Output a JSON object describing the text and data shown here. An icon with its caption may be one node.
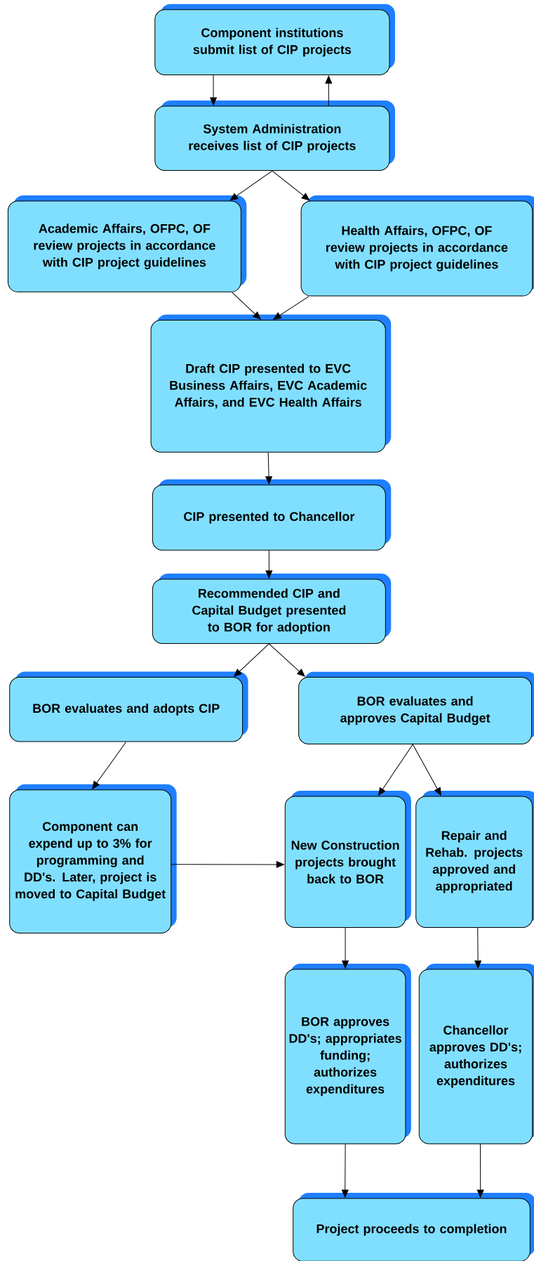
{
  "diagram": {
    "nodes": [
      {
        "text": [
          "Component institutions submit list of CIP projects"
        ]
      },
      {
        "text": [
          "System Administration receives list of CIP projects"
        ]
      },
      {
        "text": [
          "Academic Affairs, OFPC, OF review projects in accordance with CIP project guidelines"
        ]
      },
      {
        "text": [
          "Health Affairs, OFPC, OF review projects in accordance with CIP project guidelines"
        ]
      },
      {
        "text": [
          "Draft CIP presented to EVC Business Affairs, EVC Academic Affairs, and EVC Health Affairs"
        ]
      },
      {
        "text": [
          "CIP presented to Chancellor"
        ]
      },
      {
        "text": [
          "Recommended CIP and Capital Budget presented to BOR for adoption"
        ]
      },
      {
        "text": [
          "BOR evaluates and adopts CIP"
        ]
      },
      {
        "text": [
          "BOR evaluates and approves Capital Budget"
        ]
      },
      {
        "text": [
          "Component can expend up to 3% for programming and DD's. Later, project is moved to Capital Budget"
        ]
      },
      {
        "text": [
          "New Construction projects brought back to BOR"
        ]
      },
      {
        "text": [
          "Repair and Rehab. projects approved and appropriated"
        ]
      },
      {
        "text": [
          "BOR approves DD's; appropriates funding; authorizes expenditures"
        ]
      },
      {
        "text": [
          "Chancellor approves DD's; authorizes expenditures"
        ]
      },
      {
        "text": [
          "Project proceeds to completion"
        ]
      }
    ],
    "edges": [
      {
        "from": 0,
        "to": 1,
        "arrow": "to"
      },
      {
        "from": 1,
        "to": 0,
        "arrow": "to"
      },
      {
        "from": 1,
        "to": 2,
        "arrow": "to"
      },
      {
        "from": 1,
        "to": 3,
        "arrow": "to"
      },
      {
        "from": 2,
        "to": 4,
        "arrow": "to"
      },
      {
        "from": 3,
        "to": 4,
        "arrow": "to"
      },
      {
        "from": 4,
        "to": 5,
        "arrow": "to"
      },
      {
        "from": 5,
        "to": 6,
        "arrow": "to"
      },
      {
        "from": 6,
        "to": 7,
        "arrow": "to"
      },
      {
        "from": 6,
        "to": 8,
        "arrow": "to"
      },
      {
        "from": 7,
        "to": 9,
        "arrow": "to"
      },
      {
        "from": 8,
        "to": 10,
        "arrow": "to"
      },
      {
        "from": 8,
        "to": 11,
        "arrow": "to"
      },
      {
        "from": 9,
        "to": 10,
        "arrow": "to"
      },
      {
        "from": 10,
        "to": 12,
        "arrow": "to"
      },
      {
        "from": 11,
        "to": 13,
        "arrow": "to"
      },
      {
        "from": 12,
        "to": 14,
        "arrow": "to"
      },
      {
        "from": 13,
        "to": 14,
        "arrow": "to"
      }
    ]
  }
}
